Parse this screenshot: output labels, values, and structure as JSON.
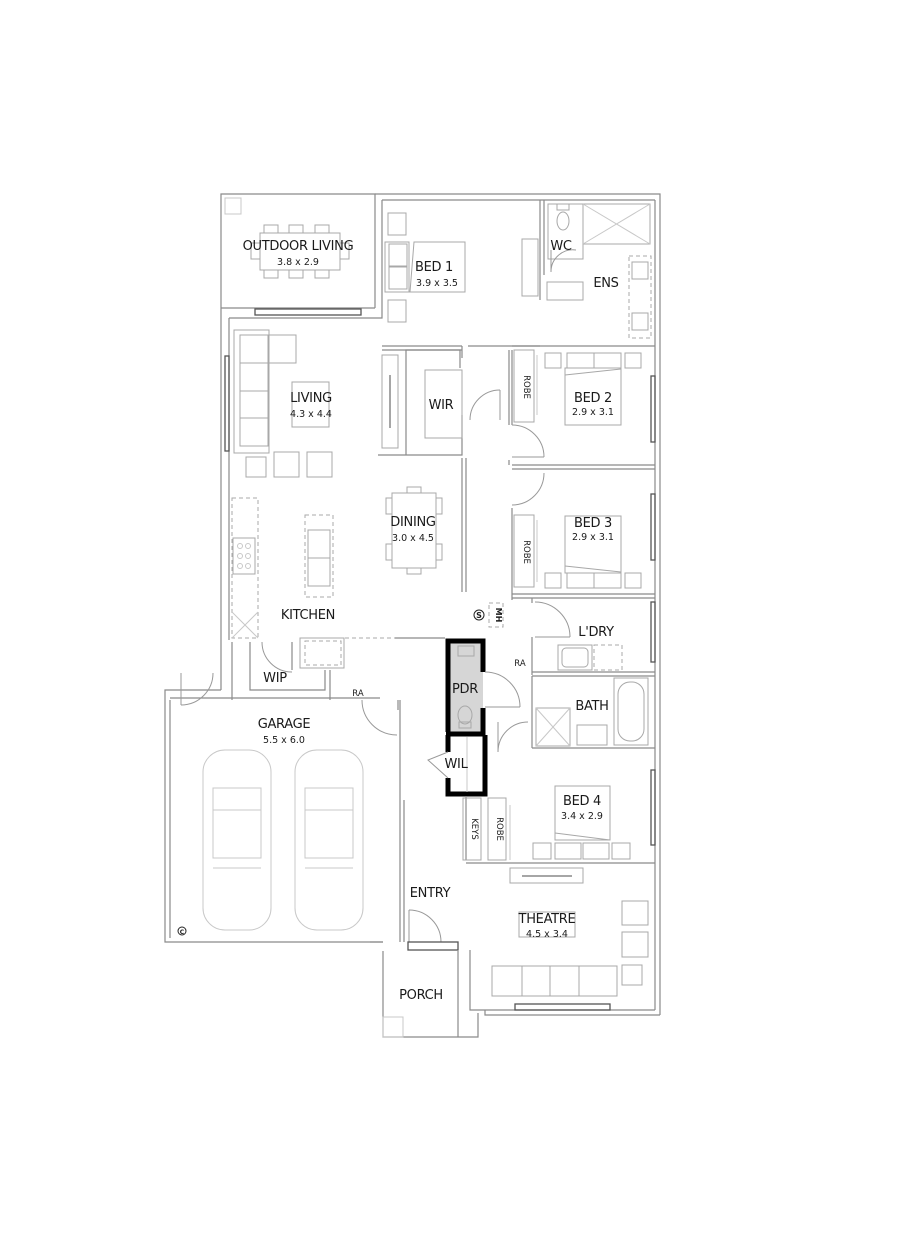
{
  "plan": {
    "rooms": {
      "outdoor_living": {
        "label": "OUTDOOR LIVING",
        "dims": "3.8 x 2.9"
      },
      "bed1": {
        "label": "BED 1",
        "dims": "3.9 x 3.5"
      },
      "wc": {
        "label": "WC"
      },
      "ens": {
        "label": "ENS"
      },
      "living": {
        "label": "LIVING",
        "dims": "4.3 x 4.4"
      },
      "wir": {
        "label": "WIR"
      },
      "bed2": {
        "label": "BED 2",
        "dims": "2.9 x 3.1"
      },
      "robe2": {
        "label": "ROBE"
      },
      "dining": {
        "label": "DINING",
        "dims": "3.0 x 4.5"
      },
      "bed3": {
        "label": "BED 3",
        "dims": "2.9 x 3.1"
      },
      "robe3": {
        "label": "ROBE"
      },
      "kitchen": {
        "label": "KITCHEN"
      },
      "ldry": {
        "label": "L'DRY"
      },
      "wip": {
        "label": "WIP"
      },
      "pdr": {
        "label": "PDR"
      },
      "bath": {
        "label": "BATH"
      },
      "garage": {
        "label": "GARAGE",
        "dims": "5.5 x 6.0"
      },
      "wil": {
        "label": "WIL"
      },
      "keys": {
        "label": "KEYS"
      },
      "robe4": {
        "label": "ROBE"
      },
      "bed4": {
        "label": "BED 4",
        "dims": "3.4 x 2.9"
      },
      "entry": {
        "label": "ENTRY"
      },
      "theatre": {
        "label": "THEATRE",
        "dims": "4.5 x 3.4"
      },
      "porch": {
        "label": "PORCH"
      }
    },
    "symbols": {
      "ra_kitchen": "RA",
      "ra_ldry": "RA",
      "smoke": "S",
      "meter_box": "MH",
      "cistern": "C"
    },
    "highlight_color": "#000000",
    "pdr_fill": "#d6d6d6"
  }
}
